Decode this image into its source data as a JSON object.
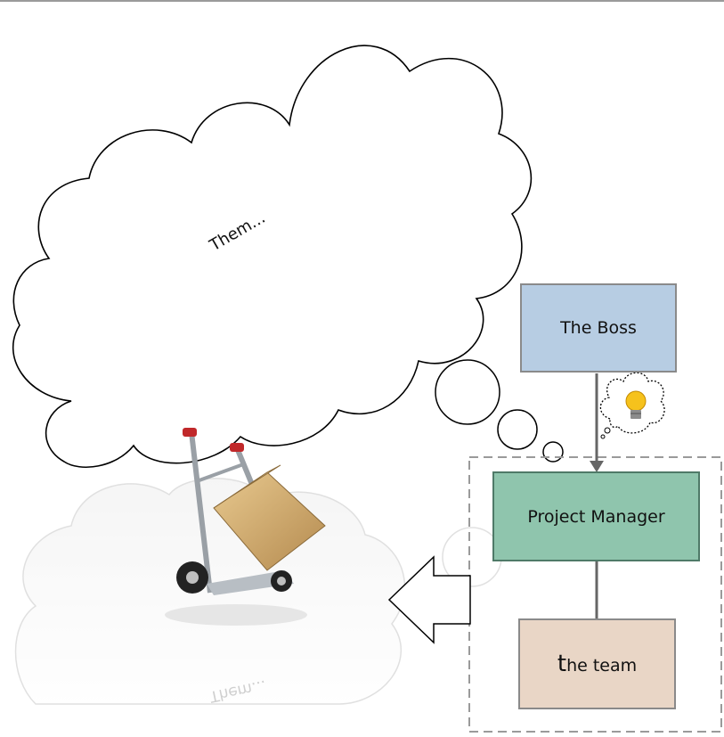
{
  "cloud": {
    "label": "Them..."
  },
  "org": {
    "boss": "The Boss",
    "project_manager": "Project Manager",
    "team_first": "t",
    "team_rest": "he team"
  },
  "icons": [
    "thought-cloud-icon",
    "hand-truck-icon",
    "lightbulb-icon",
    "hollow-arrow-left-icon"
  ],
  "colors": {
    "boss": "#b7cde3",
    "pm": "#8fc5ad",
    "team": "#e9d6c6"
  }
}
